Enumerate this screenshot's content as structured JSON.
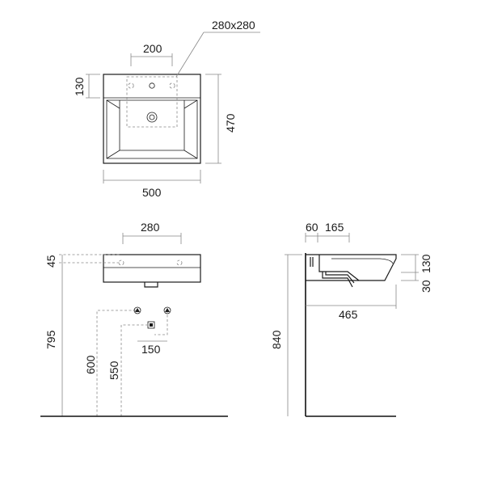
{
  "top_view": {
    "tap_area": "280x280",
    "tap_spacing": "200",
    "back_depth": "130",
    "depth": "470",
    "width": "500"
  },
  "front_view": {
    "drain_width": "280",
    "overflow_offset": "45",
    "mount_height": "795",
    "supply_height": "600",
    "waste_height": "550",
    "supply_spacing": "150"
  },
  "side_view": {
    "back_offset": "60",
    "drain_setback": "165",
    "rim_height": "30",
    "basin_height": "130",
    "projection": "465",
    "total_height": "840"
  }
}
